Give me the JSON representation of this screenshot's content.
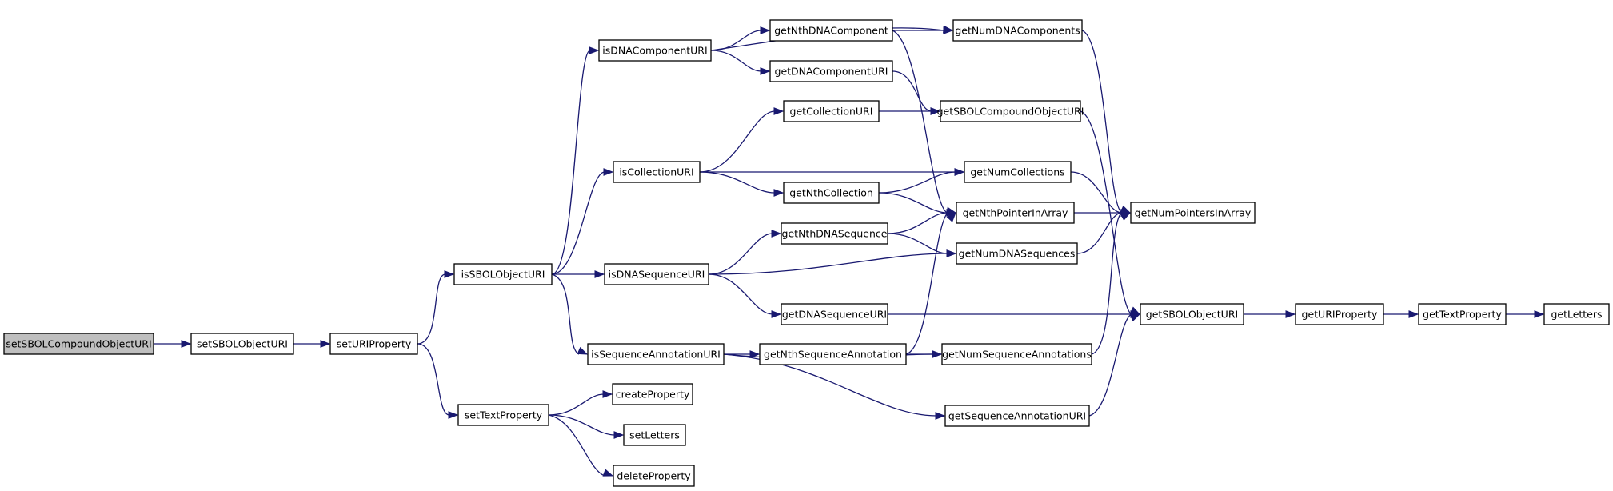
{
  "diagram": {
    "nodes": [
      {
        "id": "n0",
        "label": "setSBOLCompoundObjectURI",
        "root": true
      },
      {
        "id": "n1",
        "label": "setSBOLObjectURI"
      },
      {
        "id": "n2",
        "label": "setURIProperty"
      },
      {
        "id": "n3",
        "label": "isSBOLObjectURI"
      },
      {
        "id": "n4",
        "label": "setTextProperty"
      },
      {
        "id": "n5",
        "label": "isDNAComponentURI"
      },
      {
        "id": "n6",
        "label": "isCollectionURI"
      },
      {
        "id": "n7",
        "label": "isDNASequenceURI"
      },
      {
        "id": "n8",
        "label": "isSequenceAnnotationURI"
      },
      {
        "id": "n9",
        "label": "createProperty"
      },
      {
        "id": "n10",
        "label": "setLetters"
      },
      {
        "id": "n11",
        "label": "deleteProperty"
      },
      {
        "id": "n12",
        "label": "getNthDNAComponent"
      },
      {
        "id": "n13",
        "label": "getDNAComponentURI"
      },
      {
        "id": "n14",
        "label": "getCollectionURI"
      },
      {
        "id": "n15",
        "label": "getNthCollection"
      },
      {
        "id": "n16",
        "label": "getNthDNASequence"
      },
      {
        "id": "n17",
        "label": "getDNASequenceURI"
      },
      {
        "id": "n18",
        "label": "getNthSequenceAnnotation"
      },
      {
        "id": "n19",
        "label": "getNumDNAComponents"
      },
      {
        "id": "n20",
        "label": "getSBOLCompoundObjectURI"
      },
      {
        "id": "n21",
        "label": "getNumCollections"
      },
      {
        "id": "n22",
        "label": "getNthPointerInArray"
      },
      {
        "id": "n23",
        "label": "getNumDNASequences"
      },
      {
        "id": "n24",
        "label": "getNumSequenceAnnotations"
      },
      {
        "id": "n25",
        "label": "getSequenceAnnotationURI"
      },
      {
        "id": "n26",
        "label": "getNumPointersInArray"
      },
      {
        "id": "n27",
        "label": "getSBOLObjectURI"
      },
      {
        "id": "n28",
        "label": "getURIProperty"
      },
      {
        "id": "n29",
        "label": "getTextProperty"
      },
      {
        "id": "n30",
        "label": "getLetters"
      }
    ],
    "edges": [
      [
        "n0",
        "n1"
      ],
      [
        "n1",
        "n2"
      ],
      [
        "n2",
        "n3"
      ],
      [
        "n2",
        "n4"
      ],
      [
        "n3",
        "n5"
      ],
      [
        "n3",
        "n6"
      ],
      [
        "n3",
        "n7"
      ],
      [
        "n3",
        "n8"
      ],
      [
        "n4",
        "n9"
      ],
      [
        "n4",
        "n10"
      ],
      [
        "n4",
        "n11"
      ],
      [
        "n5",
        "n12"
      ],
      [
        "n5",
        "n13"
      ],
      [
        "n5",
        "n19"
      ],
      [
        "n6",
        "n14"
      ],
      [
        "n6",
        "n15"
      ],
      [
        "n6",
        "n21"
      ],
      [
        "n7",
        "n16"
      ],
      [
        "n7",
        "n17"
      ],
      [
        "n7",
        "n23"
      ],
      [
        "n8",
        "n18"
      ],
      [
        "n8",
        "n24"
      ],
      [
        "n8",
        "n25"
      ],
      [
        "n12",
        "n19"
      ],
      [
        "n12",
        "n22"
      ],
      [
        "n13",
        "n20"
      ],
      [
        "n14",
        "n20"
      ],
      [
        "n15",
        "n21"
      ],
      [
        "n15",
        "n22"
      ],
      [
        "n16",
        "n22"
      ],
      [
        "n16",
        "n23"
      ],
      [
        "n17",
        "n27"
      ],
      [
        "n18",
        "n22"
      ],
      [
        "n18",
        "n24"
      ],
      [
        "n19",
        "n26"
      ],
      [
        "n20",
        "n27"
      ],
      [
        "n21",
        "n26"
      ],
      [
        "n22",
        "n26"
      ],
      [
        "n23",
        "n26"
      ],
      [
        "n24",
        "n26"
      ],
      [
        "n25",
        "n27"
      ],
      [
        "n27",
        "n28"
      ],
      [
        "n28",
        "n29"
      ],
      [
        "n29",
        "n30"
      ]
    ]
  }
}
